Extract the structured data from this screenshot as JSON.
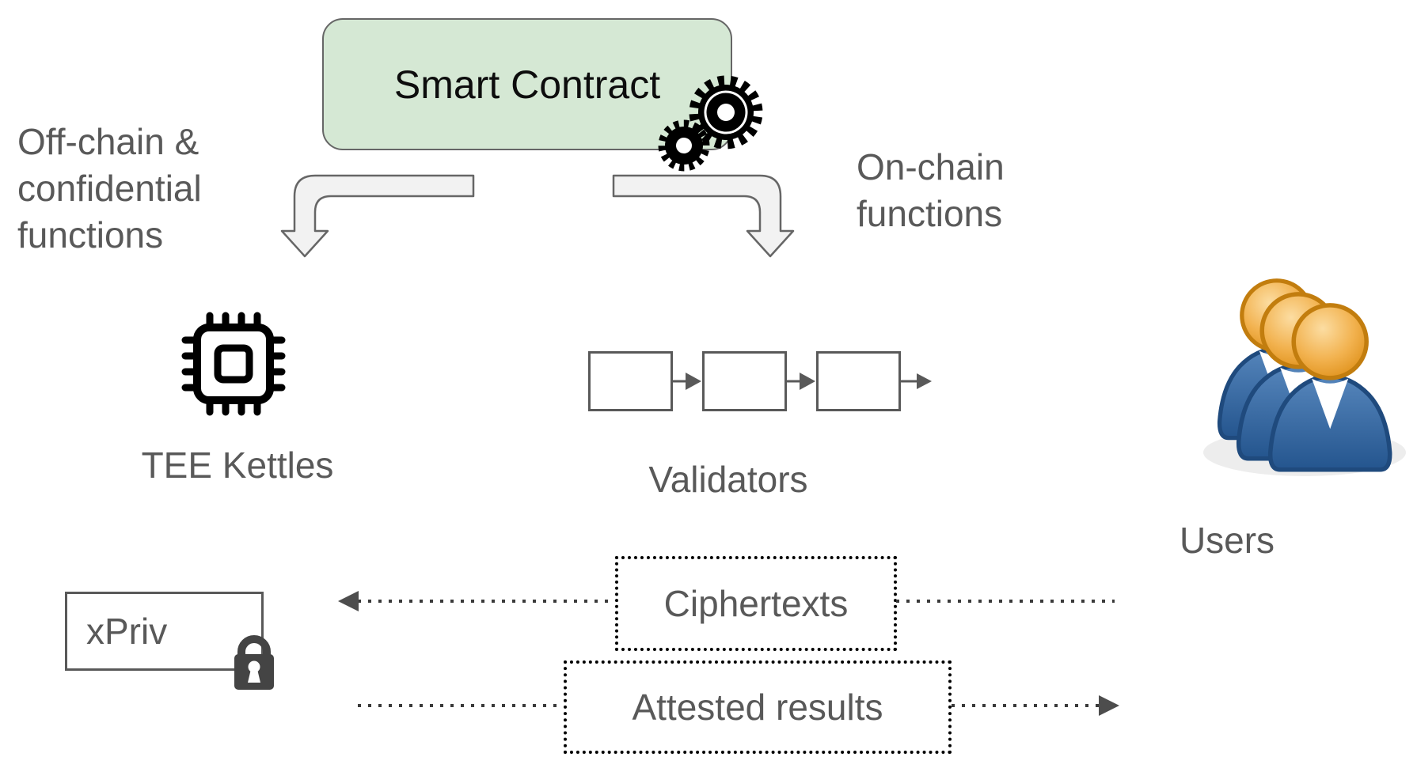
{
  "diagram": {
    "smart_contract_label": "Smart Contract",
    "off_chain_label": "Off-chain &\nconfidential\nfunctions",
    "on_chain_label": "On-chain\nfunctions",
    "tee_kettles_label": "TEE Kettles",
    "validators_label": "Validators",
    "validators_block_count": 3,
    "users_label": "Users",
    "xpriv_label": "xPriv",
    "ciphertexts_label": "Ciphertexts",
    "attested_results_label": "Attested results",
    "icons": {
      "contract": "gears-icon",
      "tee": "cpu-chip-icon",
      "xpriv": "lock-icon",
      "users": "users-group-icon"
    },
    "colors": {
      "contract_fill": "#d5e8d4",
      "contract_border": "#666666",
      "label_text": "#595959",
      "arrow_fill": "#f2f2f2",
      "arrow_stroke": "#666666",
      "block_border": "#595959",
      "dotted_line": "#3a3a3a",
      "lock_gray": "#444444",
      "head_orange": "#f2b24f",
      "body_blue": "#2a5b96"
    }
  }
}
